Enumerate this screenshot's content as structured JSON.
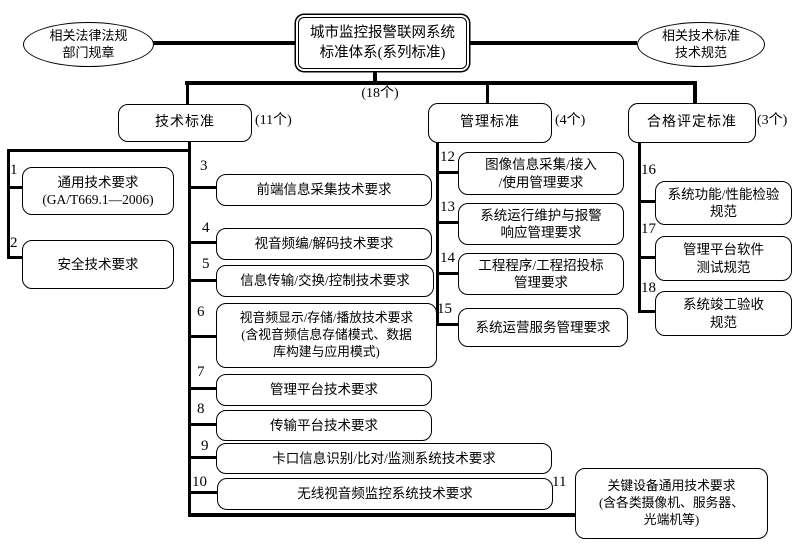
{
  "root_box": {
    "l1": "城市监控报警联网系统",
    "l2": "标准体系(系列标准)"
  },
  "left_oval": {
    "l1": "相关法律法规",
    "l2": "部门规章"
  },
  "right_oval": {
    "l1": "相关技术标准",
    "l2": "技术规范"
  },
  "branches": {
    "tech": "技术标准",
    "mgmt": "管理标准",
    "conform": "合格评定标准"
  },
  "counts": {
    "total": "(18个)",
    "tech": "(11个)",
    "mgmt": "(4个)",
    "conform": "(3个)"
  },
  "items": [
    {
      "num": "1",
      "l1": "通用技术要求",
      "l2": "(GA/T669.1—2006)"
    },
    {
      "num": "2",
      "l1": "安全技术要求"
    },
    {
      "num": "3",
      "l1": "前端信息采集技术要求"
    },
    {
      "num": "4",
      "l1": "视音频编/解码技术要求"
    },
    {
      "num": "5",
      "l1": "信息传输/交换/控制技术要求"
    },
    {
      "num": "6",
      "l1": "视音频显示/存储/播放技术要求",
      "l2": "(含视音频信息存储模式、数据",
      "l3": "库构建与应用模式)"
    },
    {
      "num": "7",
      "l1": "管理平台技术要求"
    },
    {
      "num": "8",
      "l1": "传输平台技术要求"
    },
    {
      "num": "9",
      "l1": "卡口信息识别/比对/监测系统技术要求"
    },
    {
      "num": "10",
      "l1": "无线视音频监控系统技术要求"
    },
    {
      "num": "11",
      "l1": "关键设备通用技术要求",
      "l2": "(含各类摄像机、服务器、",
      "l3": "光端机等)"
    },
    {
      "num": "12",
      "l1": "图像信息采集/接入",
      "l2": "/使用管理要求"
    },
    {
      "num": "13",
      "l1": "系统运行维护与报警",
      "l2": "响应管理要求"
    },
    {
      "num": "14",
      "l1": "工程程序/工程招投标",
      "l2": "管理要求"
    },
    {
      "num": "15",
      "l1": "系统运营服务管理要求"
    },
    {
      "num": "16",
      "l1": "系统功能/性能检验",
      "l2": "规范"
    },
    {
      "num": "17",
      "l1": "管理平台软件",
      "l2": "测试规范"
    },
    {
      "num": "18",
      "l1": "系统竣工验收",
      "l2": "规范"
    }
  ],
  "colors": {
    "line": "#000000",
    "background": "#ffffff"
  }
}
